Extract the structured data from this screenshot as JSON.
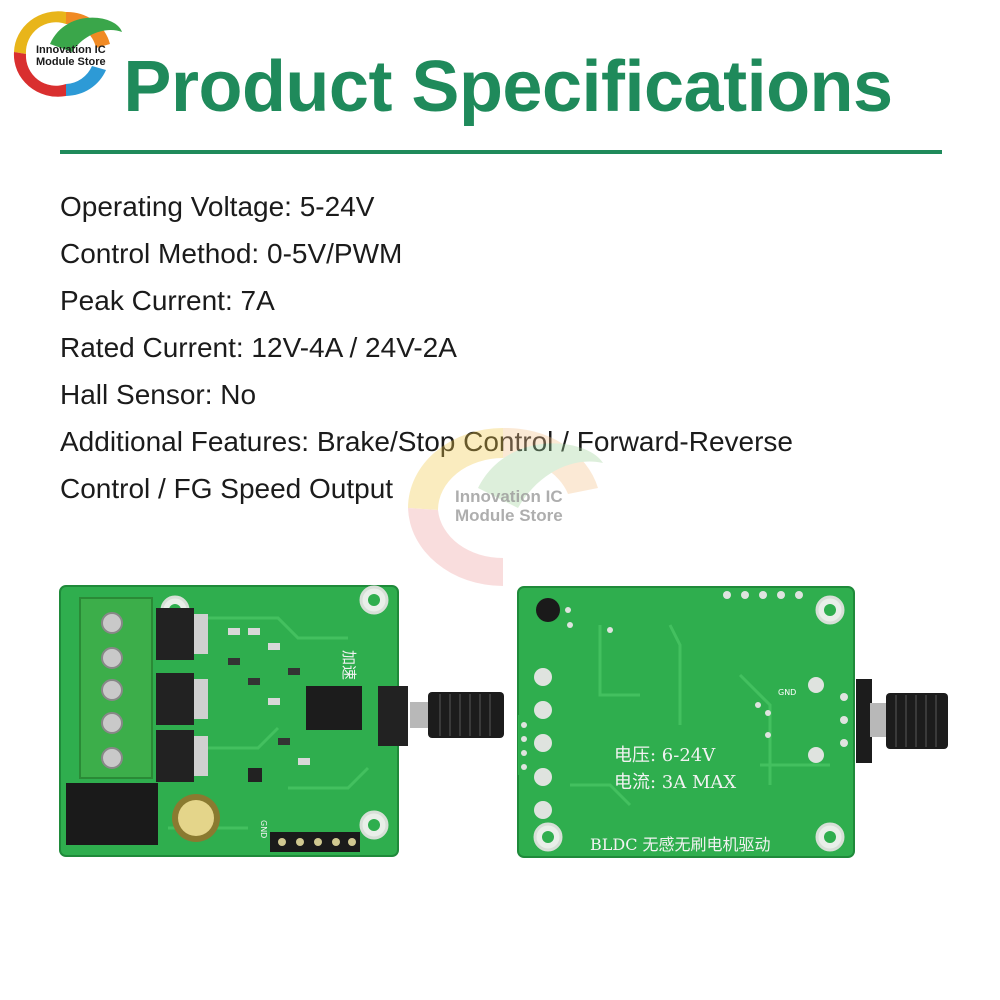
{
  "store": {
    "logo_line1": "Innovation IC",
    "logo_line2": "Module Store"
  },
  "title": "Product Specifications",
  "specs": [
    "Operating Voltage: 5-24V",
    "Control Method: 0-5V/PWM",
    "Peak Current: 7A",
    "Rated Current: 12V-4A / 24V-2A",
    "Hall Sensor: No",
    "Additional Features: Brake/Stop Control / Forward-Reverse",
    "Control / FG Speed Output"
  ],
  "watermark": {
    "line1": "Innovation IC",
    "line2": "Module Store"
  },
  "board_back": {
    "voltage_label": "电压: 6-24V",
    "current_label": "电流: 3A MAX",
    "model_label": "BLDC 无感无刷电机驱动",
    "gnd_label": "GND"
  },
  "board_front": {
    "speed_label": "加速",
    "gnd_label": "GND"
  },
  "colors": {
    "brand_green": "#1f8a5b",
    "pcb_green": "#2fae4e",
    "terminal_green": "#3cae4a"
  }
}
